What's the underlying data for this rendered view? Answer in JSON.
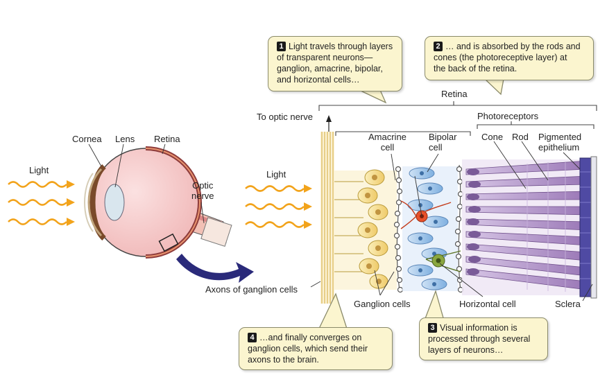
{
  "labels": {
    "light_left": "Light",
    "cornea": "Cornea",
    "lens": "Lens",
    "retina_eye": "Retina",
    "optic_nerve": "Optic\nnerve",
    "axons": "Axons of ganglion cells",
    "light_right": "Light",
    "to_optic_nerve": "To optic nerve",
    "retina_bracket": "Retina",
    "photoreceptors": "Photoreceptors",
    "amacrine": "Amacrine\ncell",
    "bipolar": "Bipolar\ncell",
    "cone": "Cone",
    "rod": "Rod",
    "pigmented": "Pigmented\nepithelium",
    "ganglion_cells": "Ganglion cells",
    "horizontal_cell": "Horizontal cell",
    "sclera": "Sclera"
  },
  "callouts": [
    {
      "num": "1",
      "text": "Light travels through layers\nof transparent neurons—\nganglion, amacrine, bipolar,\nand horizontal cells…"
    },
    {
      "num": "2",
      "text": "… and is absorbed by the rods and\ncones (the photoreceptive layer) at\nthe back of the retina."
    },
    {
      "num": "3",
      "text": "Visual information is\nprocessed  through several\nlayers of neurons…"
    },
    {
      "num": "4",
      "text": "…and finally converges on\nganglion cells, which send their\naxons to the brain."
    }
  ],
  "colors": {
    "light_wave": "#f2a31b",
    "ganglion": "#f1d27a",
    "bipolar": "#8fb9e3",
    "rod": "#a98bbf",
    "epithelium": "#4f4aa3",
    "amacrine_red": "#e8502a",
    "horizontal_green": "#8aa73f",
    "arrow": "#2a2a7a"
  }
}
